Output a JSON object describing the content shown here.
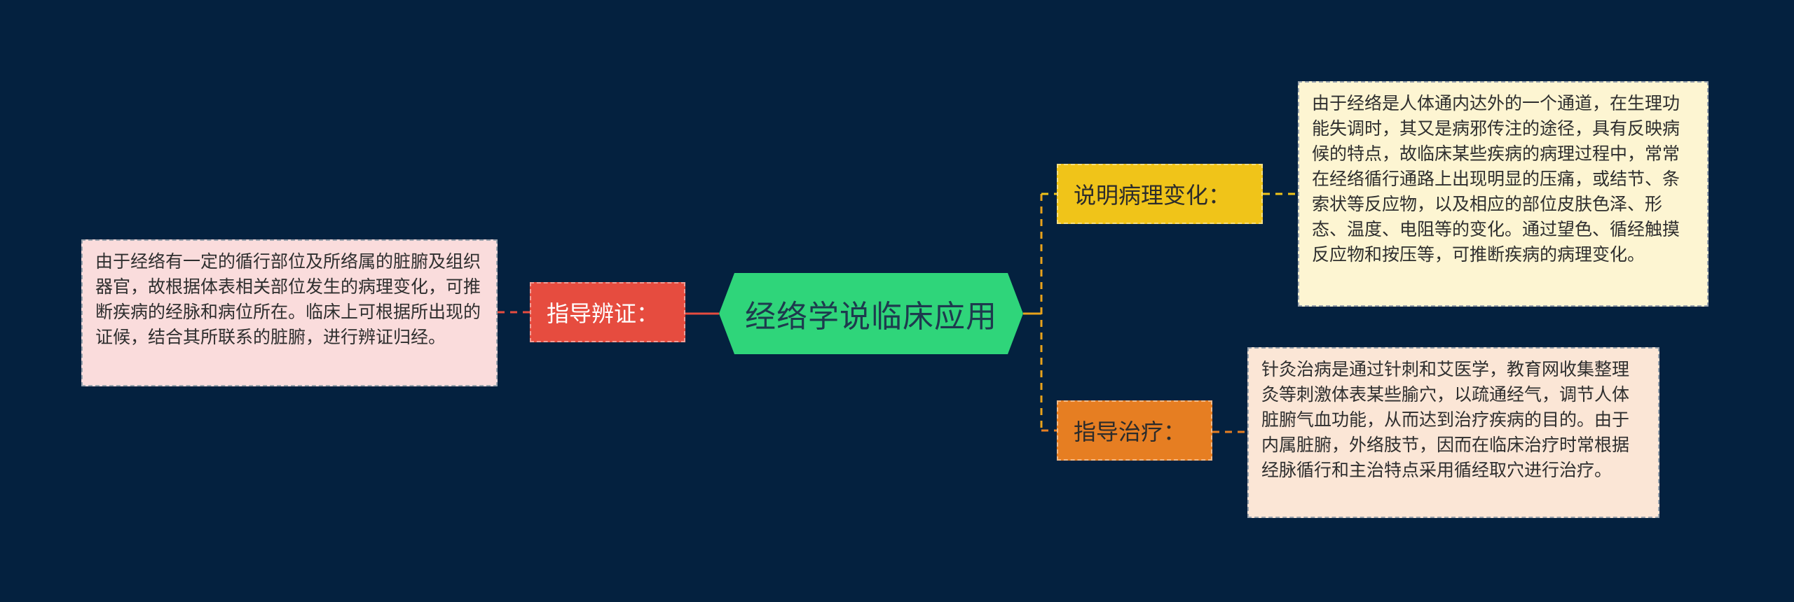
{
  "central_topic": "经络学说临床应用",
  "branches": [
    {
      "label": "指导辨证：",
      "color": "#e64c3f",
      "detail": "由于经络有一定的循行部位及所络属的脏腑及组织器官，故根据体表相关部位发生的病理变化，可推断疾病的经脉和病位所在。临床上可根据所出现的证候，结合其所联系的脏腑，进行辨证归经。",
      "detail_bg": "#fadcdc"
    },
    {
      "label": "说明病理变化：",
      "color": "#f0c419",
      "detail": "由于经络是人体通内达外的一个通道，在生理功能失调时，其又是病邪传注的途径，具有反映病候的特点，故临床某些疾病的病理过程中，常常在经络循行通路上出现明显的压痛，或结节、条索状等反应物，以及相应的部位皮肤色泽、形态、温度、电阻等的变化。通过望色、循经触摸反应物和按压等，可推断疾病的病理变化。",
      "detail_bg": "#fdf5d2"
    },
    {
      "label": "指导治疗：",
      "color": "#e67e22",
      "detail": "针灸治病是通过针刺和艾医学，教育网收集整理灸等刺激体表某些腧穴，以疏通经气，调节人体脏腑气血功能，从而达到治疗疾病的目的。由于内属脏腑，外络肢节，因而在临床治疗时常根据经脉循行和主治特点采用循经取穴进行治疗。",
      "detail_bg": "#fbe6d6"
    }
  ],
  "colors": {
    "background": "#04213f",
    "center": "#2fd57a"
  }
}
